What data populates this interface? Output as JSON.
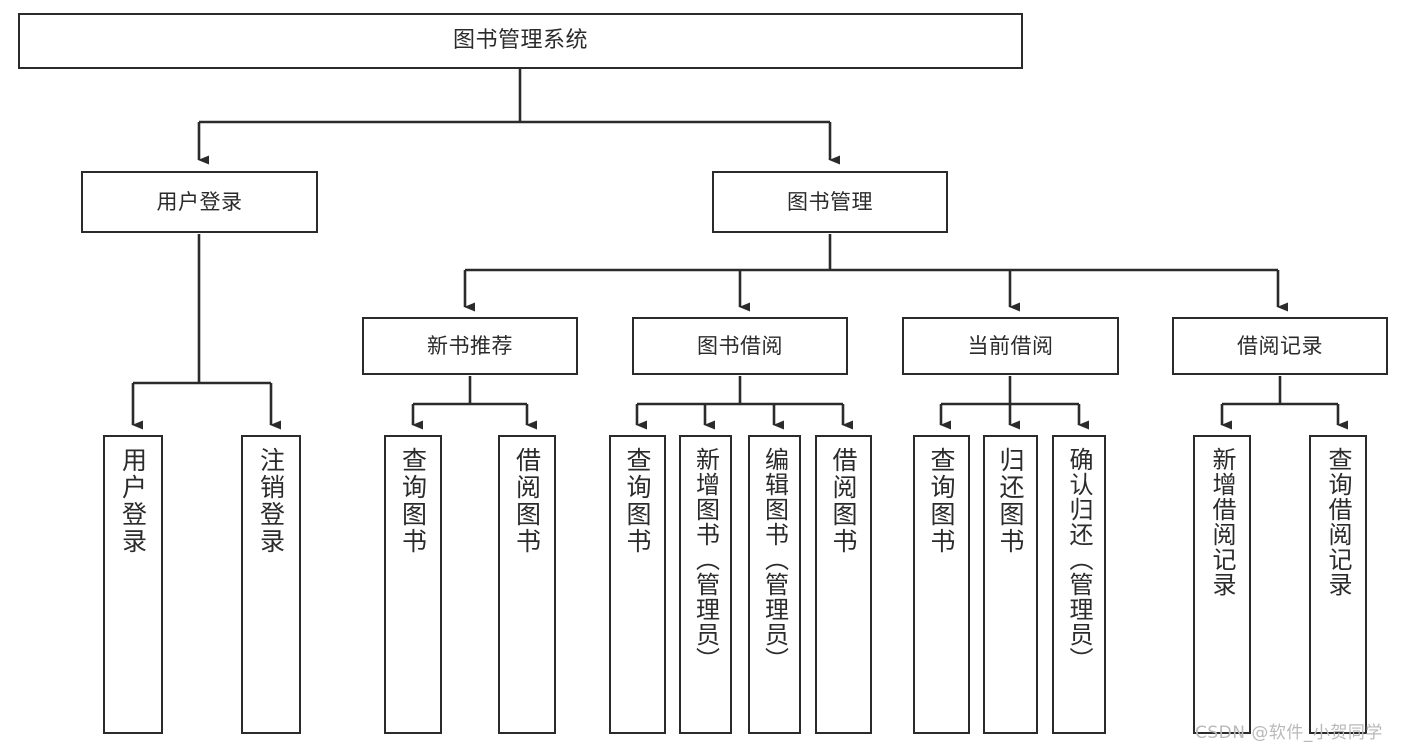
{
  "diagram": {
    "title": "图书管理系统",
    "type": "tree-hierarchy-diagram",
    "background_color": "#ffffff",
    "line_color": "#2b2b2b",
    "text_color": "#2b2b2b"
  },
  "nodes": {
    "root": {
      "label": "图书管理系统"
    },
    "level1": [
      {
        "key": "user_login",
        "label": "用户登录"
      },
      {
        "key": "book_manage",
        "label": "图书管理"
      }
    ],
    "level2": [
      {
        "key": "new_book_rec",
        "label": "新书推荐"
      },
      {
        "key": "book_borrow",
        "label": "图书借阅"
      },
      {
        "key": "current_borrow",
        "label": "当前借阅"
      },
      {
        "key": "borrow_record",
        "label": "借阅记录"
      }
    ],
    "leaves": {
      "user_login": [
        {
          "key": "leaf_user_login",
          "label": "用户登录"
        },
        {
          "key": "leaf_logout",
          "label": "注销登录"
        }
      ],
      "new_book_rec": [
        {
          "key": "leaf_query_book_1",
          "label": "查询图书"
        },
        {
          "key": "leaf_borrow_book_1",
          "label": "借阅图书"
        }
      ],
      "book_borrow": [
        {
          "key": "leaf_query_book_2",
          "label": "查询图书"
        },
        {
          "key": "leaf_add_book",
          "label": "新增图书（管理员）"
        },
        {
          "key": "leaf_edit_book",
          "label": "编辑图书（管理员）"
        },
        {
          "key": "leaf_borrow_book_2",
          "label": "借阅图书"
        }
      ],
      "current_borrow": [
        {
          "key": "leaf_query_book_3",
          "label": "查询图书"
        },
        {
          "key": "leaf_return_book",
          "label": "归还图书"
        },
        {
          "key": "leaf_confirm_return",
          "label": "确认归还（管理员）"
        }
      ],
      "borrow_record": [
        {
          "key": "leaf_add_record",
          "label": "新增借阅记录"
        },
        {
          "key": "leaf_query_record",
          "label": "查询借阅记录"
        }
      ]
    }
  },
  "watermark": {
    "text": "CSDN @软件_小贺同学"
  }
}
